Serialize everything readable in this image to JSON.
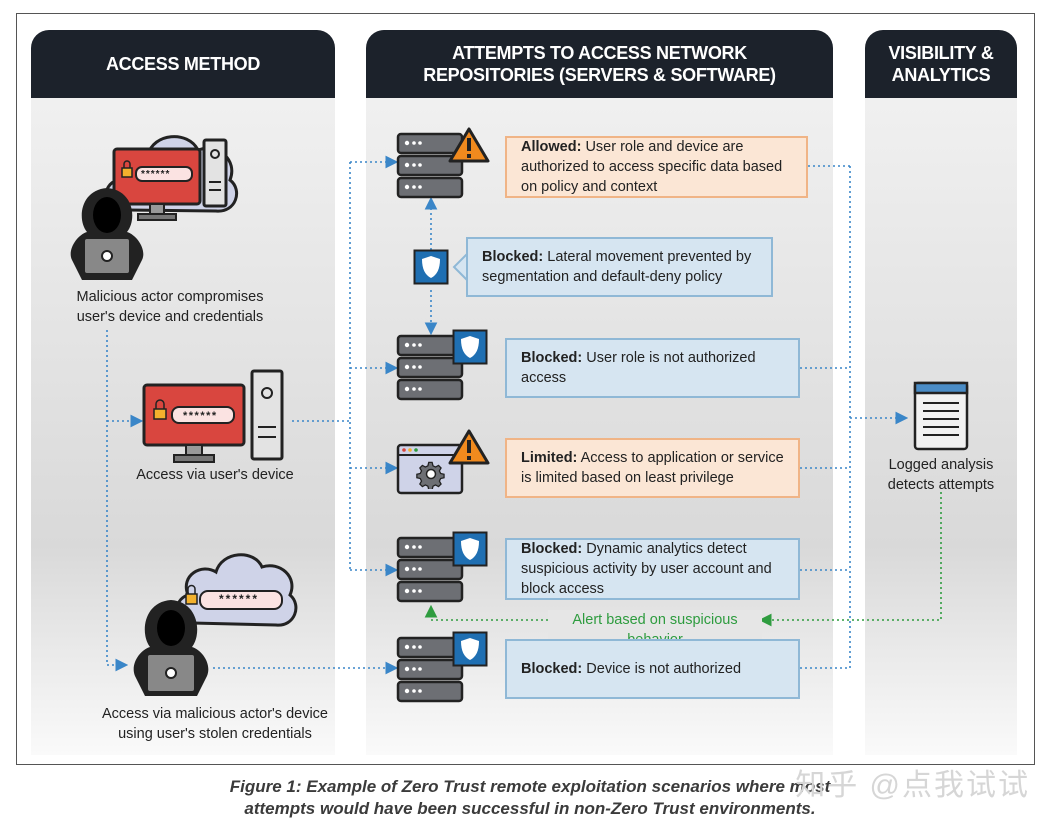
{
  "headers": {
    "access_method": "ACCESS METHOD",
    "attempts": "ATTEMPTS TO ACCESS NETWORK\nREPOSITORIES (SERVERS & SOFTWARE)",
    "visibility": "VISIBILITY &\nANALYTICS"
  },
  "access_methods": [
    {
      "label": "Malicious actor compromises\nuser's device and credentials"
    },
    {
      "label": "Access via user's device"
    },
    {
      "label": "Access via malicious actor's device\nusing user's stolen credentials"
    }
  ],
  "password_mask": "******",
  "outcomes": [
    {
      "status": "Allowed:",
      "text": " User role and device are authorized to access specific data based on policy and context",
      "color": "#fbe6d5"
    },
    {
      "status": "Blocked:",
      "text": " Lateral movement prevented by segmentation and default-deny policy",
      "color": "#d6e5f1"
    },
    {
      "status": "Blocked:",
      "text": " User role is not authorized access",
      "color": "#d6e5f1"
    },
    {
      "status": "Limited:",
      "text": " Access to application or service is limited based on least privilege",
      "color": "#fbe6d5"
    },
    {
      "status": "Blocked:",
      "text": " Dynamic analytics detect suspicious activity by user account and block access",
      "color": "#d6e5f1"
    },
    {
      "status": "Blocked:",
      "text": " Device is not authorized",
      "color": "#d6e5f1"
    }
  ],
  "alert_label": "Alert based on suspicious behavior",
  "analytics_label": "Logged analysis\ndetects attempts",
  "caption": "Figure 1: Example of Zero Trust remote exploitation scenarios where most\nattempts would have been successful in non-Zero Trust environments.",
  "watermark": "知乎 @点我试试",
  "colors": {
    "header": "#1c222b",
    "warning": "#f08a1e",
    "shield": "#1f6fb2",
    "alert_line": "#2e9c3f",
    "link_line": "#3a86c8",
    "monitor_red": "#d9463f"
  }
}
